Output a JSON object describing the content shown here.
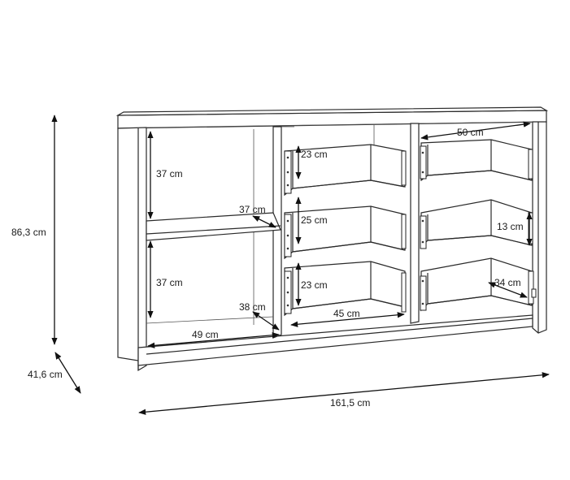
{
  "dimensions": {
    "height": "86,3 cm",
    "depth": "41,6 cm",
    "width": "161,5 cm",
    "left_upper_shelf_height": "37 cm",
    "left_lower_shelf_height": "37 cm",
    "left_shelf_depth": "37 cm",
    "left_bottom_depth": "38 cm",
    "left_inner_width": "49 cm",
    "middle_drawer_top_height": "23 cm",
    "middle_drawer_mid_height": "25 cm",
    "middle_drawer_bottom_height": "23 cm",
    "middle_drawer_width": "45 cm",
    "right_drawer_width": "50 cm",
    "right_drawer_mid_height": "13 cm",
    "right_drawer_depth": "34 cm"
  }
}
